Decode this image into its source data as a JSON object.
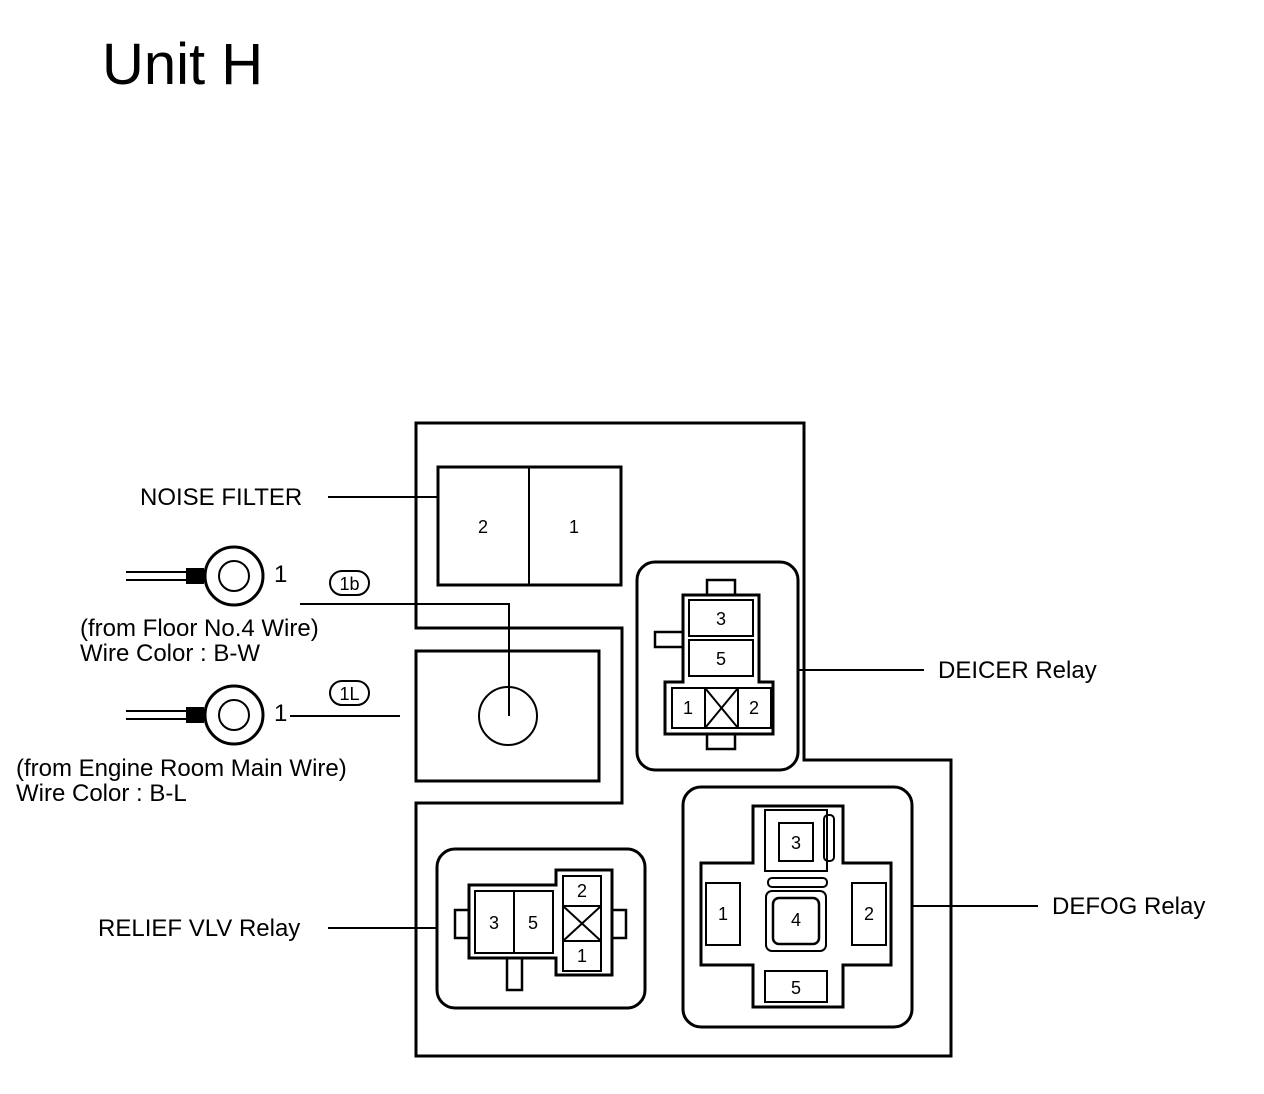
{
  "title": "Unit H",
  "labels": {
    "noise_filter": "NOISE FILTER",
    "deicer_relay": "DEICER Relay",
    "relief_vlv_relay": "RELIEF VLV Relay",
    "defog_relay": "DEFOG Relay"
  },
  "terminals": {
    "floor": {
      "pin": "1",
      "tag": "1b",
      "source": "(from Floor No.4 Wire)",
      "wire_color": "Wire Color : B-W"
    },
    "engine": {
      "pin": "1",
      "tag": "1L",
      "source": "(from Engine Room Main Wire)",
      "wire_color": "Wire Color : B-L"
    }
  },
  "pins": {
    "noise_filter": [
      "2",
      "1"
    ],
    "deicer": {
      "top": "3",
      "middle": "5",
      "left": "1",
      "right": "2"
    },
    "relief": {
      "a": "3",
      "b": "5",
      "top": "2",
      "bottom": "1"
    },
    "defog": {
      "top": "3",
      "left": "1",
      "center": "4",
      "right": "2",
      "bottom": "5"
    }
  }
}
